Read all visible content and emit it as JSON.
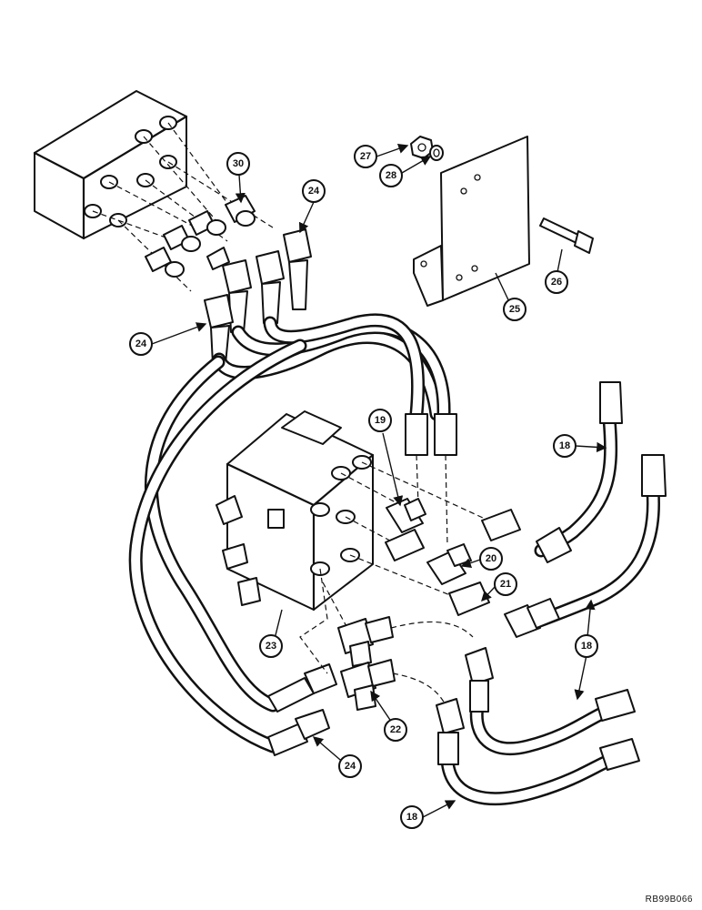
{
  "callouts": [
    {
      "id": "c30",
      "label": "30"
    },
    {
      "id": "c24a",
      "label": "24"
    },
    {
      "id": "c27",
      "label": "27"
    },
    {
      "id": "c28",
      "label": "28"
    },
    {
      "id": "c26",
      "label": "26"
    },
    {
      "id": "c25",
      "label": "25"
    },
    {
      "id": "c24b",
      "label": "24"
    },
    {
      "id": "c19",
      "label": "19"
    },
    {
      "id": "c18a",
      "label": "18"
    },
    {
      "id": "c20",
      "label": "20"
    },
    {
      "id": "c21",
      "label": "21"
    },
    {
      "id": "c23",
      "label": "23"
    },
    {
      "id": "c18b",
      "label": "18"
    },
    {
      "id": "c22",
      "label": "22"
    },
    {
      "id": "c24c",
      "label": "24"
    },
    {
      "id": "c18c",
      "label": "18"
    }
  ],
  "reference_code": "RB99B066"
}
